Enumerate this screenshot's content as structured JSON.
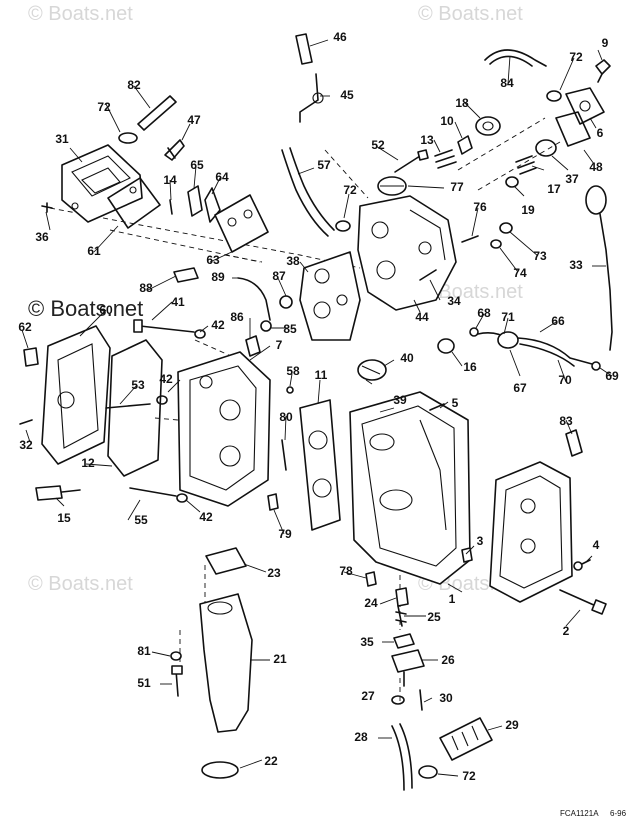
{
  "watermark": {
    "text": "© Boats.net",
    "faint_text": "Boats.net"
  },
  "figure_code": "FCA1121A",
  "figure_date": "6-96",
  "callouts": [
    "1",
    "2",
    "3",
    "4",
    "5",
    "6",
    "7",
    "9",
    "10",
    "11",
    "12",
    "13",
    "14",
    "15",
    "16",
    "17",
    "18",
    "19",
    "21",
    "22",
    "23",
    "24",
    "25",
    "26",
    "27",
    "28",
    "29",
    "30",
    "31",
    "32",
    "33",
    "34",
    "35",
    "36",
    "37",
    "38",
    "39",
    "40",
    "41",
    "42",
    "42",
    "42",
    "44",
    "45",
    "46",
    "47",
    "48",
    "51",
    "52",
    "53",
    "55",
    "57",
    "58",
    "60",
    "61",
    "62",
    "63",
    "64",
    "65",
    "66",
    "67",
    "68",
    "69",
    "70",
    "71",
    "72",
    "72",
    "72",
    "72",
    "73",
    "74",
    "76",
    "77",
    "78",
    "79",
    "80",
    "81",
    "82",
    "83",
    "84",
    "85",
    "86",
    "87",
    "88",
    "89"
  ]
}
